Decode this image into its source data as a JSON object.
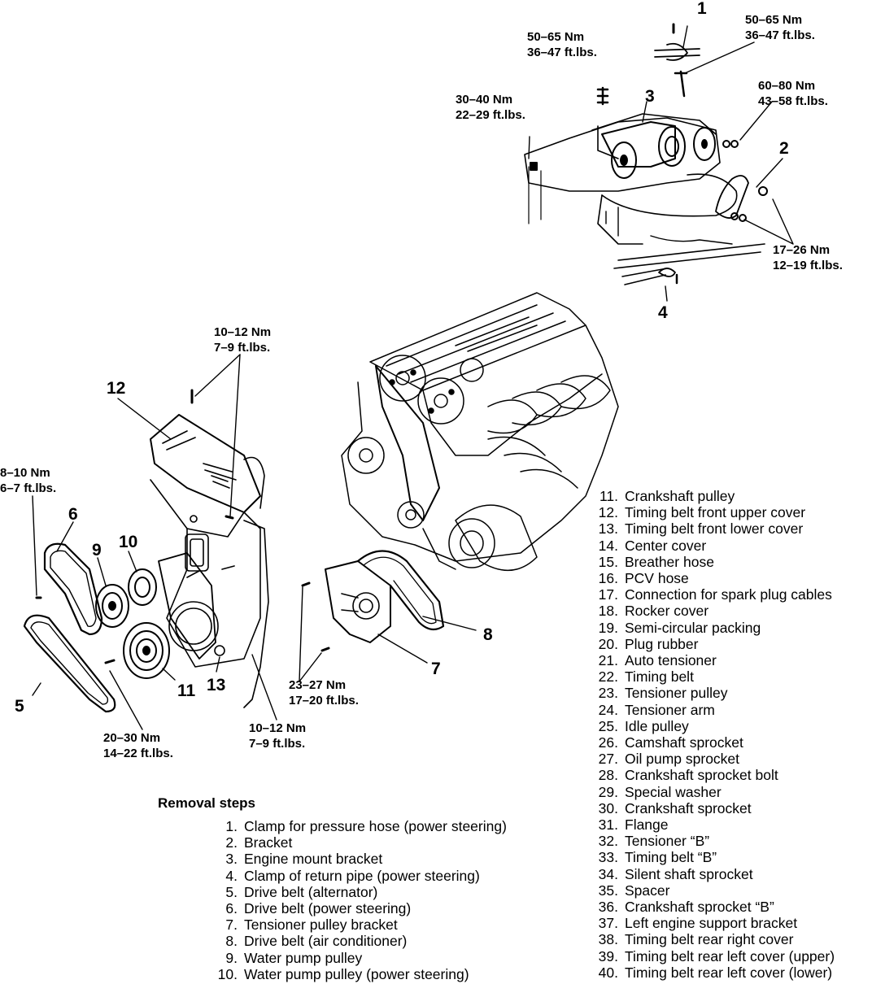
{
  "torque_specs": {
    "t1": {
      "nm": "50–65 Nm",
      "ftlbs": "36–47 ft.lbs."
    },
    "t2": {
      "nm": "50–65 Nm",
      "ftlbs": "36–47 ft.lbs."
    },
    "t3": {
      "nm": "30–40 Nm",
      "ftlbs": "22–29 ft.lbs."
    },
    "t4": {
      "nm": "60–80 Nm",
      "ftlbs": "43–58 ft.lbs."
    },
    "t5": {
      "nm": "17–26 Nm",
      "ftlbs": "12–19 ft.lbs."
    },
    "t6": {
      "nm": "10–12 Nm",
      "ftlbs": "7–9 ft.lbs."
    },
    "t7": {
      "nm": "8–10 Nm",
      "ftlbs": "6–7 ft.lbs."
    },
    "t8": {
      "nm": "23–27 Nm",
      "ftlbs": "17–20 ft.lbs."
    },
    "t9": {
      "nm": "10–12 Nm",
      "ftlbs": "7–9 ft.lbs."
    },
    "t10": {
      "nm": "20–30 Nm",
      "ftlbs": "14–22 ft.lbs."
    }
  },
  "callouts": {
    "c1": "1",
    "c2": "2",
    "c3": "3",
    "c4": "4",
    "c5": "5",
    "c6": "6",
    "c7": "7",
    "c8": "8",
    "c9": "9",
    "c10": "10",
    "c11": "11",
    "c12": "12",
    "c13": "13"
  },
  "removal_steps_title": "Removal steps",
  "removal_steps": [
    {
      "num": "1.",
      "text": "Clamp for pressure hose (power steering)"
    },
    {
      "num": "2.",
      "text": "Bracket"
    },
    {
      "num": "3.",
      "text": "Engine mount bracket"
    },
    {
      "num": "4.",
      "text": "Clamp of return pipe (power steering)"
    },
    {
      "num": "5.",
      "text": "Drive belt (alternator)"
    },
    {
      "num": "6.",
      "text": "Drive belt (power steering)"
    },
    {
      "num": "7.",
      "text": "Tensioner pulley bracket"
    },
    {
      "num": "8.",
      "text": "Drive belt (air conditioner)"
    },
    {
      "num": "9.",
      "text": "Water pump pulley"
    },
    {
      "num": "10.",
      "text": "Water pump pulley (power steering)"
    },
    {
      "num": "11.",
      "text": "Crankshaft pulley"
    },
    {
      "num": "12.",
      "text": "Timing belt front upper cover"
    },
    {
      "num": "13.",
      "text": "Timing belt front lower cover"
    },
    {
      "num": "14.",
      "text": "Center cover"
    },
    {
      "num": "15.",
      "text": "Breather hose"
    },
    {
      "num": "16.",
      "text": "PCV hose"
    },
    {
      "num": "17.",
      "text": "Connection for spark plug cables"
    },
    {
      "num": "18.",
      "text": "Rocker cover"
    },
    {
      "num": "19.",
      "text": "Semi-circular packing"
    },
    {
      "num": "20.",
      "text": "Plug rubber"
    },
    {
      "num": "21.",
      "text": "Auto tensioner"
    },
    {
      "num": "22.",
      "text": "Timing belt"
    },
    {
      "num": "23.",
      "text": "Tensioner pulley"
    },
    {
      "num": "24.",
      "text": "Tensioner arm"
    },
    {
      "num": "25.",
      "text": "Idle pulley"
    },
    {
      "num": "26.",
      "text": "Camshaft sprocket"
    },
    {
      "num": "27.",
      "text": "Oil pump sprocket"
    },
    {
      "num": "28.",
      "text": "Crankshaft sprocket bolt"
    },
    {
      "num": "29.",
      "text": "Special washer"
    },
    {
      "num": "30.",
      "text": "Crankshaft sprocket"
    },
    {
      "num": "31.",
      "text": "Flange"
    },
    {
      "num": "32.",
      "text": "Tensioner “B”"
    },
    {
      "num": "33.",
      "text": "Timing belt “B”"
    },
    {
      "num": "34.",
      "text": "Silent shaft sprocket"
    },
    {
      "num": "35.",
      "text": "Spacer"
    },
    {
      "num": "36.",
      "text": "Crankshaft sprocket “B”"
    },
    {
      "num": "37.",
      "text": "Left engine support bracket"
    },
    {
      "num": "38.",
      "text": "Timing belt rear right cover"
    },
    {
      "num": "39.",
      "text": "Timing belt rear left cover (upper)"
    },
    {
      "num": "40.",
      "text": "Timing belt rear left cover (lower)"
    }
  ]
}
